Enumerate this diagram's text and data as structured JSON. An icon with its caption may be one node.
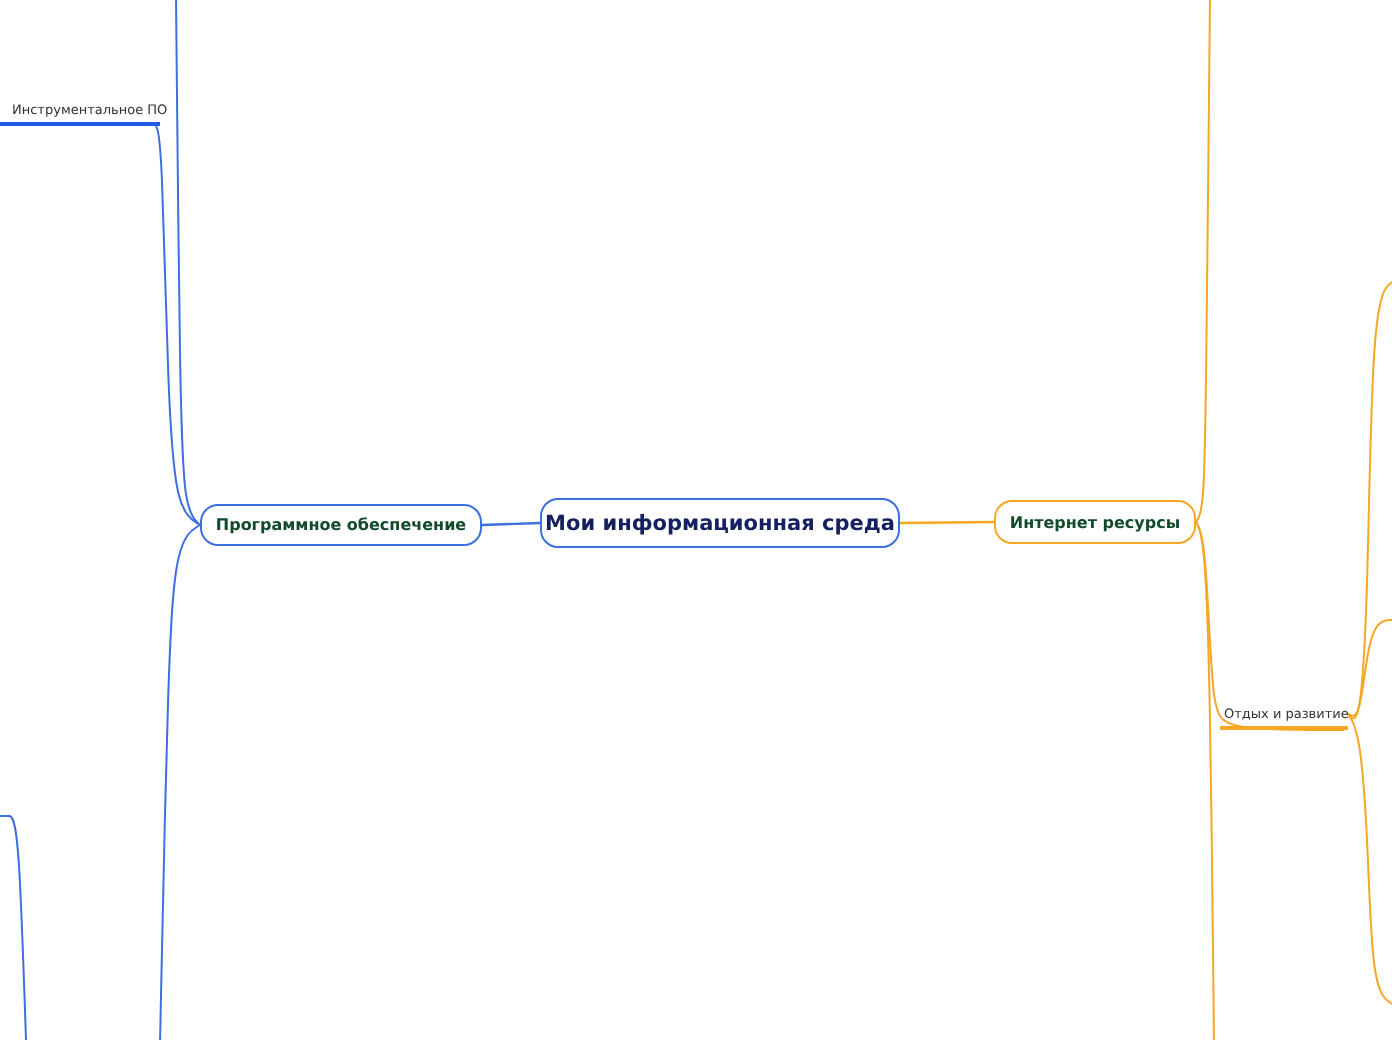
{
  "diagram": {
    "nodes": [
      {
        "text": [
          "Мои информационная среда"
        ]
      },
      {
        "text": [
          "Программное обеспечение"
        ]
      },
      {
        "text": [
          "Интернет ресурсы"
        ]
      },
      {
        "text": [
          "Инструментальное ПО"
        ]
      },
      {
        "text": [
          "Отдых и развитие"
        ]
      }
    ],
    "edges": [
      {
        "from": 0,
        "to": 1,
        "arrow": "none",
        "color": "#3d6fe0"
      },
      {
        "from": 0,
        "to": 2,
        "arrow": "none",
        "color": "#f5a623"
      },
      {
        "from": 1,
        "to": 3,
        "arrow": "none",
        "color": "#3d6fe0"
      },
      {
        "from": 1,
        "to": null,
        "arrow": "none",
        "color": "#3d6fe0"
      },
      {
        "from": 1,
        "to": null,
        "arrow": "none",
        "color": "#3d6fe0"
      },
      {
        "from": 2,
        "to": null,
        "arrow": "none",
        "color": "#f5a623"
      },
      {
        "from": 2,
        "to": null,
        "arrow": "none",
        "color": "#f5a623"
      },
      {
        "from": 2,
        "to": 4,
        "arrow": "none",
        "color": "#f5a623"
      },
      {
        "from": 4,
        "to": null,
        "arrow": "none",
        "color": "#f5a623"
      },
      {
        "from": 4,
        "to": null,
        "arrow": "none",
        "color": "#f5a623"
      },
      {
        "from": 4,
        "to": null,
        "arrow": "none",
        "color": "#f5a623"
      }
    ]
  }
}
